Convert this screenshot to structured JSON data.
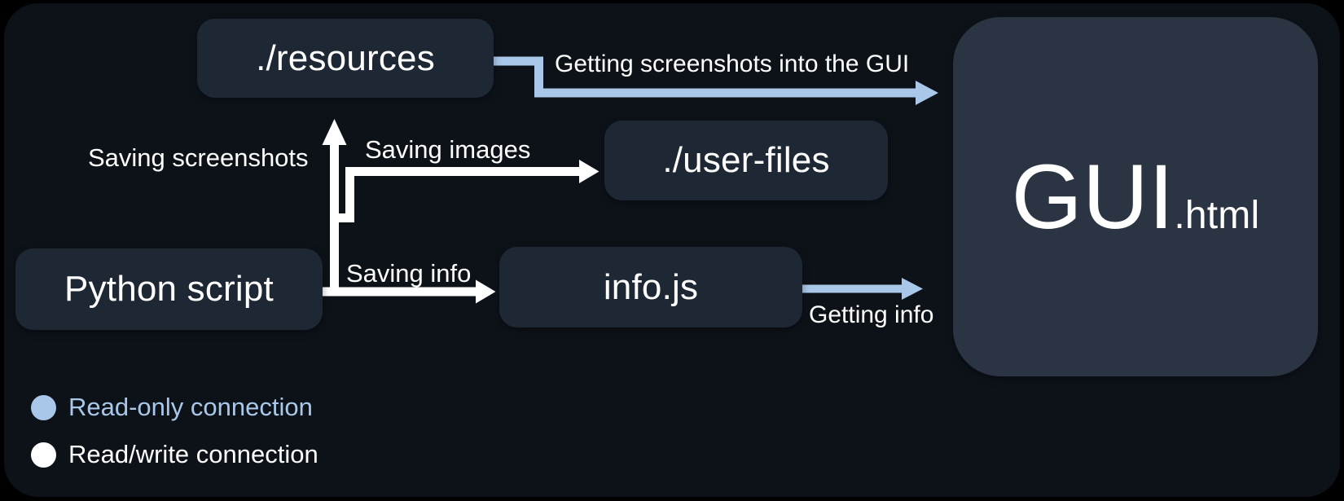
{
  "nodes": {
    "resources": {
      "label": "./resources"
    },
    "user_files": {
      "label": "./user-files"
    },
    "python": {
      "label": "Python script"
    },
    "infojs": {
      "label": "info.js"
    },
    "gui": {
      "label_main": "GUI",
      "label_ext": ".html"
    }
  },
  "edges": {
    "saving_screenshots": {
      "label": "Saving screenshots",
      "from": "Python script",
      "to": "./resources",
      "connection": "read-write"
    },
    "saving_images": {
      "label": "Saving images",
      "from": "Python script",
      "to": "./user-files",
      "connection": "read-write"
    },
    "saving_info": {
      "label": "Saving info",
      "from": "Python script",
      "to": "info.js",
      "connection": "read-write"
    },
    "getting_screenshots": {
      "label": "Getting screenshots into the GUI",
      "from": "./resources",
      "to": "GUI.html",
      "connection": "read-only"
    },
    "getting_info": {
      "label": "Getting info",
      "from": "info.js",
      "to": "GUI.html",
      "connection": "read-only"
    }
  },
  "legend": {
    "read_only": {
      "label": "Read-only connection"
    },
    "read_write": {
      "label": "Read/write connection"
    }
  },
  "colors": {
    "read_only_connection": "#a9c7e9",
    "read_write_connection": "#ffffff",
    "node_fill": "#1e2734",
    "gui_fill": "#2a3442",
    "canvas_background": "#0d1219"
  }
}
